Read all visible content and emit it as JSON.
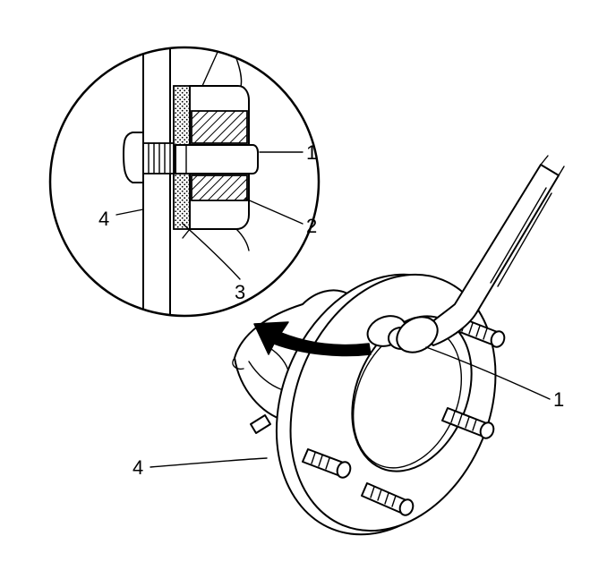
{
  "diagram": {
    "colors": {
      "line": "#000000",
      "background": "#ffffff"
    },
    "callouts": {
      "inset_bolt": "1",
      "inset_hub_nut": "2",
      "inset_shield": "3",
      "inset_flange": "4",
      "main_bolt": "1",
      "main_flange": "4"
    },
    "icons": {
      "rotation_arrow": "curved-arrow-icon",
      "tool": "wrench-icon"
    }
  }
}
